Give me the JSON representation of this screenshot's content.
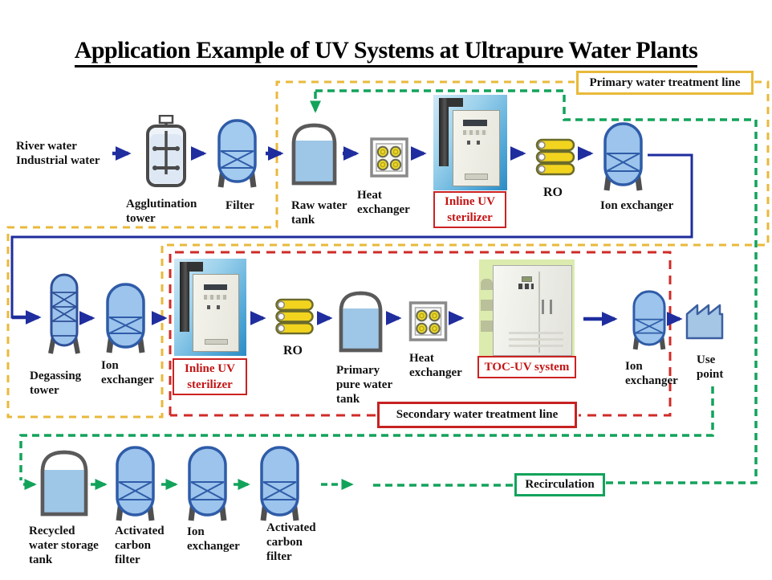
{
  "title": "Application Example of UV Systems at Ultrapure Water Plants",
  "legend": {
    "primary": "Primary  water treatment line",
    "secondary": "Secondary water treatment line",
    "recirculation": "Recirculation"
  },
  "products": {
    "inline_uv": [
      "Inline UV",
      "sterilizer"
    ],
    "toc_uv": "TOC-UV system"
  },
  "nodes": {
    "source": [
      "River water",
      "Industrial water"
    ],
    "agglutination_tower": [
      "Agglutination",
      "tower"
    ],
    "filter": [
      "Filter"
    ],
    "raw_water_tank": [
      "Raw water",
      "tank"
    ],
    "heat_exchanger": [
      "Heat",
      "exchanger"
    ],
    "ro": [
      "RO"
    ],
    "ion_exchanger_one_line": [
      "Ion exchanger"
    ],
    "ion_exchanger_two_line": [
      "Ion",
      "exchanger"
    ],
    "degassing_tower": [
      "Degassing",
      "tower"
    ],
    "primary_pure_water_tank": [
      "Primary",
      "pure water",
      "tank"
    ],
    "use_point": [
      "Use",
      "point"
    ],
    "recycled_water_storage_tank": [
      "Recycled",
      "water storage",
      "tank"
    ],
    "activated_carbon_filter": [
      "Activated",
      "carbon",
      "filter"
    ]
  },
  "colors": {
    "primary_line": "#E9B93B",
    "secondary_line": "#CF2B27",
    "recirculation_line": "#12A35B",
    "flow_arrow": "#1F2D9E",
    "uv_label_text": "#C41414"
  }
}
